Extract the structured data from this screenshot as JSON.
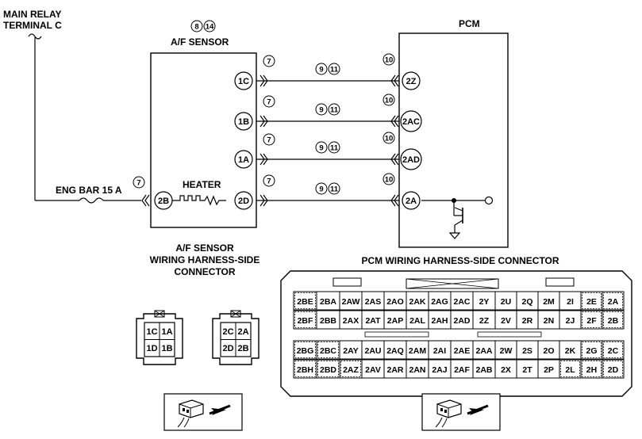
{
  "labels": {
    "main_relay_line1": "MAIN RELAY",
    "main_relay_line2": "TERMINAL C",
    "af_sensor": "A/F SENSOR",
    "pcm": "PCM",
    "eng_bar": "ENG BAR 15 A",
    "heater": "HEATER",
    "af_conn_line1": "A/F SENSOR",
    "af_conn_line2": "WIRING HARNESS-SIDE",
    "af_conn_line3": "CONNECTOR",
    "pcm_conn": "PCM WIRING HARNESS-SIDE CONNECTOR"
  },
  "af_sensor_notes": [
    "8",
    "14"
  ],
  "wires": [
    {
      "sensor_pin": "1C",
      "pcm_pin": "2Z",
      "left_note": "7",
      "mid_notes": [
        "9",
        "11"
      ],
      "right_note": "10"
    },
    {
      "sensor_pin": "1B",
      "pcm_pin": "2AC",
      "left_note": "7",
      "mid_notes": [
        "9",
        "11"
      ],
      "right_note": "10"
    },
    {
      "sensor_pin": "1A",
      "pcm_pin": "2AD",
      "left_note": "7",
      "mid_notes": [
        "9",
        "11"
      ],
      "right_note": "10"
    },
    {
      "sensor_pin": "2D",
      "pcm_pin": "2A",
      "left_note": "7",
      "mid_notes": [
        "9",
        "11"
      ],
      "right_note": "10"
    }
  ],
  "heater_pin": "2B",
  "heater_note": "7",
  "connector_a": [
    "1C",
    "1A",
    "1D",
    "1B"
  ],
  "connector_b": [
    "2C",
    "2A",
    "2D",
    "2B"
  ],
  "pcm_grid": [
    [
      "2BE",
      "2BA",
      "2AW",
      "2AS",
      "2AO",
      "2AK",
      "2AG",
      "2AC",
      "2Y",
      "2U",
      "2Q",
      "2M",
      "2I",
      "2E",
      "2A"
    ],
    [
      "2BF",
      "2BB",
      "2AX",
      "2AT",
      "2AP",
      "2AL",
      "2AH",
      "2AD",
      "2Z",
      "2V",
      "2R",
      "2N",
      "2J",
      "2F",
      "2B"
    ],
    [
      "2BG",
      "2BC",
      "2AY",
      "2AU",
      "2AQ",
      "2AM",
      "2AI",
      "2AE",
      "2AA",
      "2W",
      "2S",
      "2O",
      "2K",
      "2G",
      "2C"
    ],
    [
      "2BH",
      "2BD",
      "2AZ",
      "2AV",
      "2AR",
      "2AN",
      "2AJ",
      "2AF",
      "2AB",
      "2X",
      "2T",
      "2P",
      "2L",
      "2H",
      "2D"
    ]
  ]
}
